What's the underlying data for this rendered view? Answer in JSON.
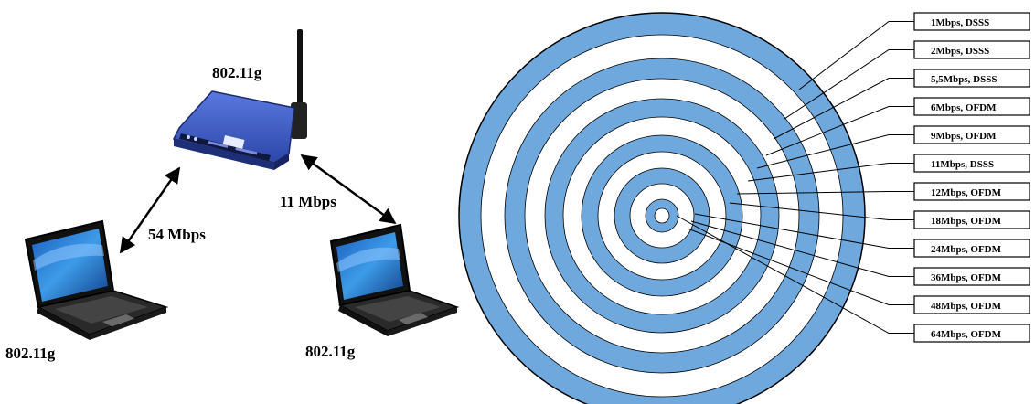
{
  "devices": {
    "router_label": "802.11g",
    "laptop_left_label": "802.11g",
    "laptop_right_label": "802.11g"
  },
  "links": {
    "left_speed": "54 Mbps",
    "right_speed": "11 Mbps"
  },
  "colors": {
    "ring_blue": "#6fa8dc",
    "ring_outline": "#000000",
    "router_blue": "#3a57c4",
    "screen_blue": "#2f7fd8"
  },
  "rates": [
    "1Mbps, DSSS",
    "2Mbps, DSSS",
    "5,5Mbps, DSSS",
    "6Mbps, OFDM",
    "9Mbps, OFDM",
    "11Mbps, DSSS",
    "12Mbps, OFDM",
    "18Mbps, OFDM",
    "24Mbps, OFDM",
    "36Mbps, OFDM",
    "48Mbps, OFDM",
    "64Mbps, OFDM"
  ]
}
